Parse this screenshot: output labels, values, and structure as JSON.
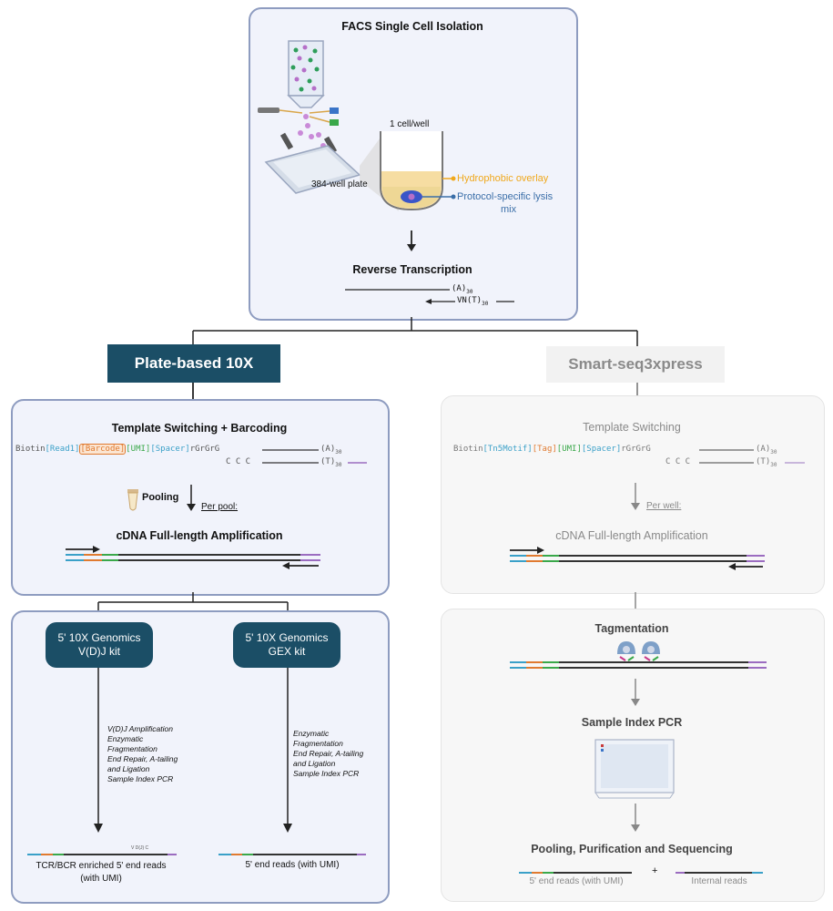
{
  "top": {
    "title": "FACS Single Cell Isolation",
    "cell_per_well": "1 cell/well",
    "plate_label": "384-well plate",
    "overlay_label": "Hydrophobic overlay",
    "lysis_label": "Protocol-specific lysis",
    "lysis_label2": "mix",
    "rt_title": "Reverse Transcription",
    "rt_a": "(A)",
    "rt_a_sub": "30",
    "rt_vn": "VN(T)",
    "rt_vn_sub": "30"
  },
  "left": {
    "header": "Plate-based 10X",
    "ts_title": "Template Switching + Barcoding",
    "seq_biotin": "Biotin",
    "seq_read1": "[Read1]",
    "seq_barcode": "[Barcode]",
    "seq_umi": "[UMI]",
    "seq_spacer": "[Spacer]",
    "seq_rg": "rGrGrG",
    "seq_ccc": "C C C",
    "seq_a": "(A)",
    "seq_a_sub": "30",
    "seq_t": "(T)",
    "seq_t_sub": "30",
    "pooling": "Pooling",
    "per_pool": "Per pool:",
    "cdna_title": "cDNA Full-length Amplification",
    "kit1_line1": "5' 10X Genomics",
    "kit1_line2": "V(D)J kit",
    "kit2_line1": "5' 10X Genomics",
    "kit2_line2": "GEX kit",
    "kit1_steps": [
      "V(D)J Amplification",
      "Enzymatic",
      "Fragmentation",
      "End Repair, A-tailing",
      "and Ligation",
      "Sample Index PCR"
    ],
    "kit2_steps": [
      "Enzymatic",
      "Fragmentation",
      "End Repair, A-tailing",
      "and Ligation",
      "Sample Index PCR"
    ],
    "vdj_tag": "V D(J) C",
    "out1_line1": "TCR/BCR enriched 5' end reads",
    "out1_line2": "(with UMI)",
    "out2": "5' end reads (with UMI)"
  },
  "right": {
    "header": "Smart-seq3xpress",
    "ts_title": "Template Switching",
    "seq_biotin": "Biotin",
    "seq_tn5": "[Tn5Motif]",
    "seq_tag": "[Tag]",
    "seq_umi": "[UMI]",
    "seq_spacer": "[Spacer]",
    "seq_rg": "rGrGrG",
    "seq_ccc": "C C C",
    "seq_a": "(A)",
    "seq_a_sub": "30",
    "seq_t": "(T)",
    "seq_t_sub": "30",
    "per_well": "Per well:",
    "cdna_title": "cDNA Full-length Amplification",
    "tag_title": "Tagmentation",
    "index_title": "Sample Index PCR",
    "final_title": "Pooling, Purification and Sequencing",
    "out1": "5' end reads (with UMI)",
    "plus": "+",
    "out2": "Internal reads"
  },
  "colors": {
    "dark_teal": "#1b4e66",
    "panel_border": "#8e9cc0",
    "overlay": "#f0a81c",
    "lysis": "#3a6ea8",
    "barcode": "#e07a30",
    "umi": "#3aa84a",
    "spacer": "#3aa0c8"
  }
}
